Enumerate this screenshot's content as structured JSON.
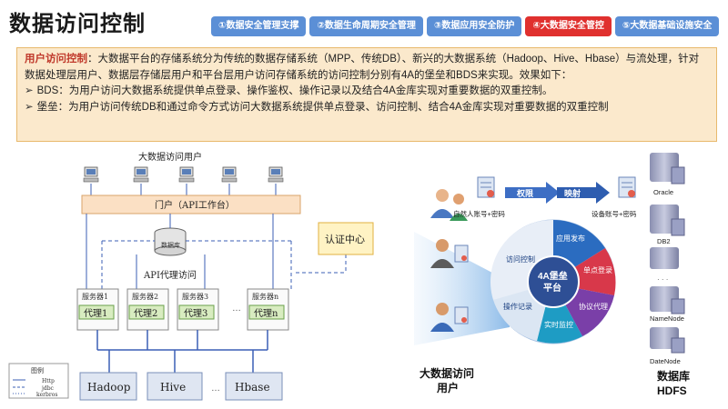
{
  "page_title": "数据访问控制",
  "tabs": [
    {
      "label": "①数据安全管理支撑",
      "active": false
    },
    {
      "label": "②数据生命周期安全管理",
      "active": false
    },
    {
      "label": "③数据应用安全防护",
      "active": false
    },
    {
      "label": "④大数据安全管控",
      "active": true
    },
    {
      "label": "⑤大数据基础设施安全",
      "active": false
    }
  ],
  "description": {
    "highlight": "用户访问控制",
    "text": "：大数据平台的存储系统分为传统的数据存储系统（MPP、传统DB）、新兴的大数据系统（Hadoop、Hive、Hbase）与流处理，针对数据处理层用户、数据层存储层用户和平台层用户访问存储系统的访问控制分别有4A的堡垒和BDS来实现。效果如下：",
    "bullets": [
      "BDS：为用户访问大数据系统提供单点登录、操作鉴权、操作记录以及结合4A金库实现对重要数据的双重控制。",
      "堡垒：为用户访问传统DB和通过命令方式访问大数据系统提供单点登录、访问控制、结合4A金库实现对重要数据的双重控制"
    ]
  },
  "left_diagram": {
    "users_label": "大数据访问用户",
    "portal_label": "门户（API工作台）",
    "db_label": "数据库",
    "api_proxy_label": "API代理访问",
    "auth_center_label": "认证中心",
    "servers": [
      {
        "name": "服务器1",
        "proxy": "代理1"
      },
      {
        "name": "服务器2",
        "proxy": "代理2"
      },
      {
        "name": "服务器3",
        "proxy": "代理3"
      },
      {
        "name": "服务器n",
        "proxy": "代理n"
      }
    ],
    "ellipsis": "…",
    "backends": [
      "Hadoop",
      "Hive",
      "Hbase"
    ],
    "legend": {
      "title": "图例",
      "items": [
        "Http",
        "jdbc",
        "kerbros"
      ]
    }
  },
  "right_diagram": {
    "permission_label": "权限",
    "mapping_label": "映射",
    "natural_account": "自然人账号+密码",
    "device_account": "设备账号+密码",
    "center_label_line1": "4A堡垒",
    "center_label_line2": "平台",
    "segments": [
      "应用发布",
      "单点登录",
      "协议代理",
      "实时监控",
      "操作记录",
      "访问控制"
    ],
    "users_label_line1": "大数据访问",
    "users_label_line2": "用户",
    "db_nodes": [
      "Oracle",
      "DB2",
      "NameNode",
      "DateNode"
    ],
    "db_dots": "· · ·",
    "store_label_line1": "数据库",
    "store_label_line2": "HDFS"
  },
  "colors": {
    "tab_bg": "#5b8fd6",
    "tab_active": "#e0302e",
    "desc_bg": "#fbe9cc",
    "highlight": "#c0392b"
  }
}
